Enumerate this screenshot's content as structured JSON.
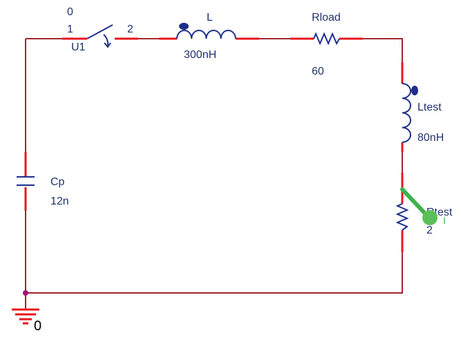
{
  "colors": {
    "wire": "#a3242e",
    "pin": "#e8161c",
    "component": "#1f2e8c",
    "text": "#22316e",
    "probe": "#3cb34a",
    "node_dot": "#a3127a",
    "ground_text": "#000000"
  },
  "components": {
    "switch": {
      "name": "U1",
      "state_label": "0",
      "pin1_label": "1",
      "pin2_label": "2"
    },
    "inductor_l": {
      "name": "L",
      "value": "300nH"
    },
    "resistor_load": {
      "name": "Rload",
      "value": "60"
    },
    "inductor_test": {
      "name": "Ltest",
      "value": "80nH"
    },
    "resistor_test": {
      "name": "Rtest",
      "value": "2"
    },
    "capacitor": {
      "name": "Cp",
      "value": "12n"
    }
  },
  "ground": {
    "node_label": "0"
  },
  "probe": {
    "label": "I"
  }
}
